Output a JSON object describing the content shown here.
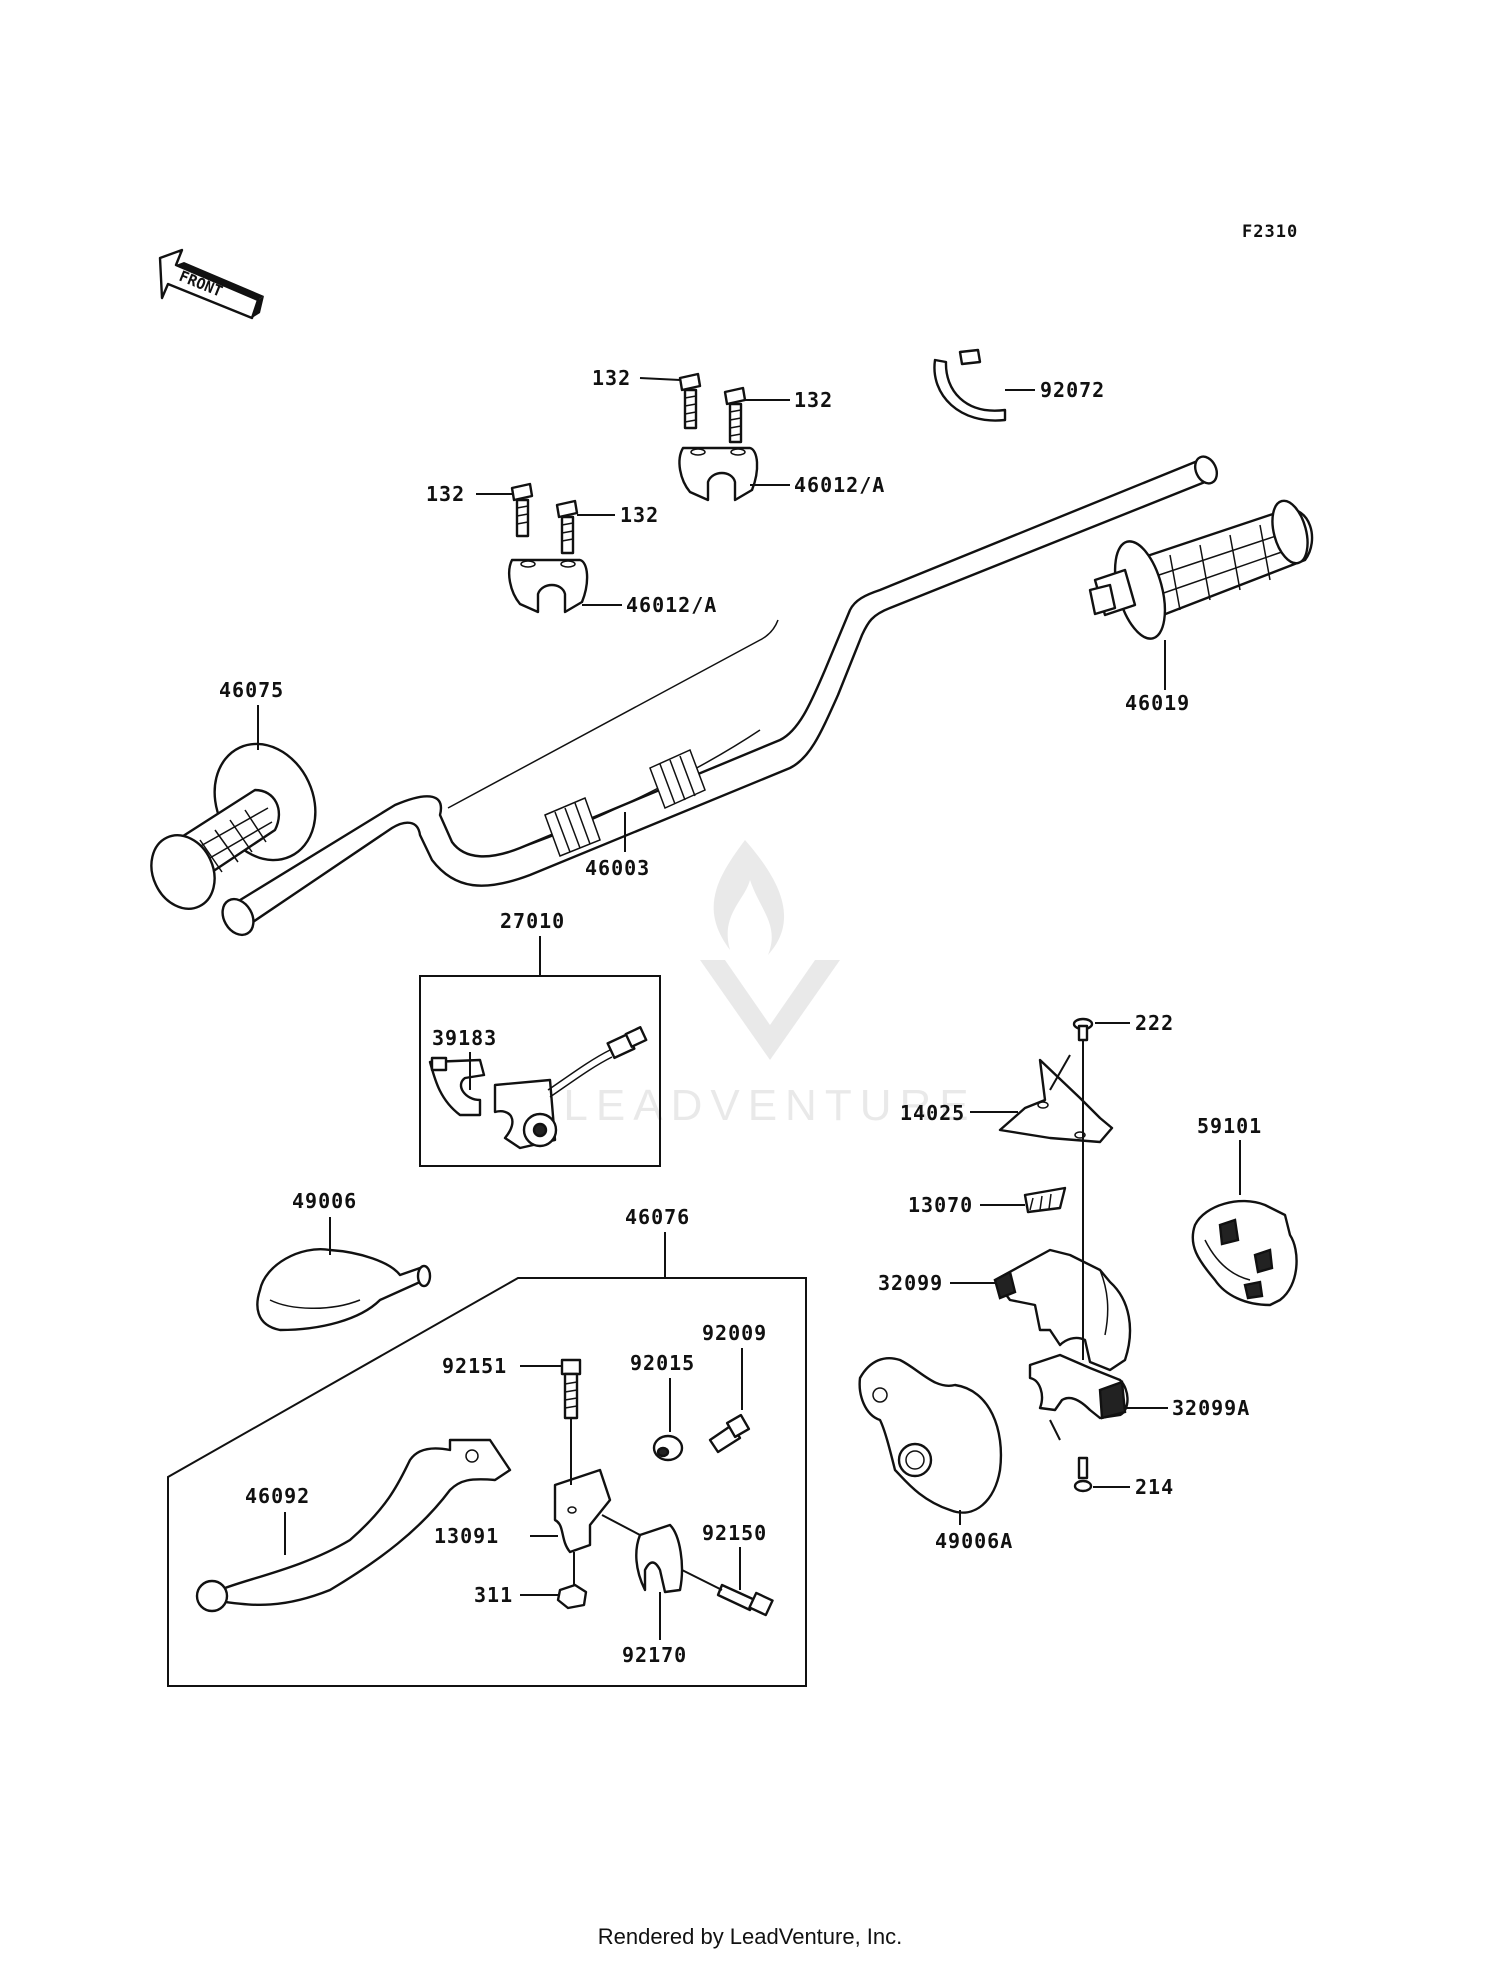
{
  "figure_id": "F2310",
  "front_arrow_text": "FRONT",
  "watermark": "LEADVENTURE",
  "footer": "Rendered by LeadVenture, Inc.",
  "labels": {
    "l132a": "132",
    "l132b": "132",
    "l132c": "132",
    "l132d": "132",
    "l92072": "92072",
    "l46012a": "46012/A",
    "l46012b": "46012/A",
    "l46019": "46019",
    "l46075": "46075",
    "l46003": "46003",
    "l27010": "27010",
    "l39183": "39183",
    "l222": "222",
    "l14025": "14025",
    "l59101": "59101",
    "l13070": "13070",
    "l32099": "32099",
    "l32099A": "32099A",
    "l214": "214",
    "l49006A": "49006A",
    "l49006": "49006",
    "l46076": "46076",
    "l92009": "92009",
    "l92015": "92015",
    "l92151": "92151",
    "l46092": "46092",
    "l13091": "13091",
    "l92150": "92150",
    "l311": "311",
    "l92170": "92170"
  }
}
